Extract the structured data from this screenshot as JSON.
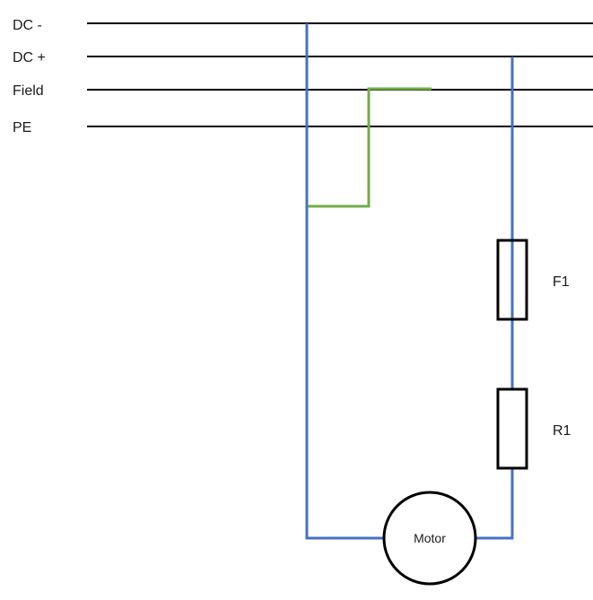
{
  "buses": [
    {
      "id": "dc-minus",
      "label": "DC -"
    },
    {
      "id": "dc-plus",
      "label": "DC +"
    },
    {
      "id": "field",
      "label": "Field"
    },
    {
      "id": "pe",
      "label": "PE"
    }
  ],
  "components": {
    "fuse": {
      "label": "F1"
    },
    "resistor": {
      "label": "R1"
    },
    "motor": {
      "label": "Motor"
    }
  },
  "colors": {
    "bus_line": "#000000",
    "main_wire": "#4472C4",
    "field_wire": "#70AD47",
    "component_stroke": "#000000"
  }
}
